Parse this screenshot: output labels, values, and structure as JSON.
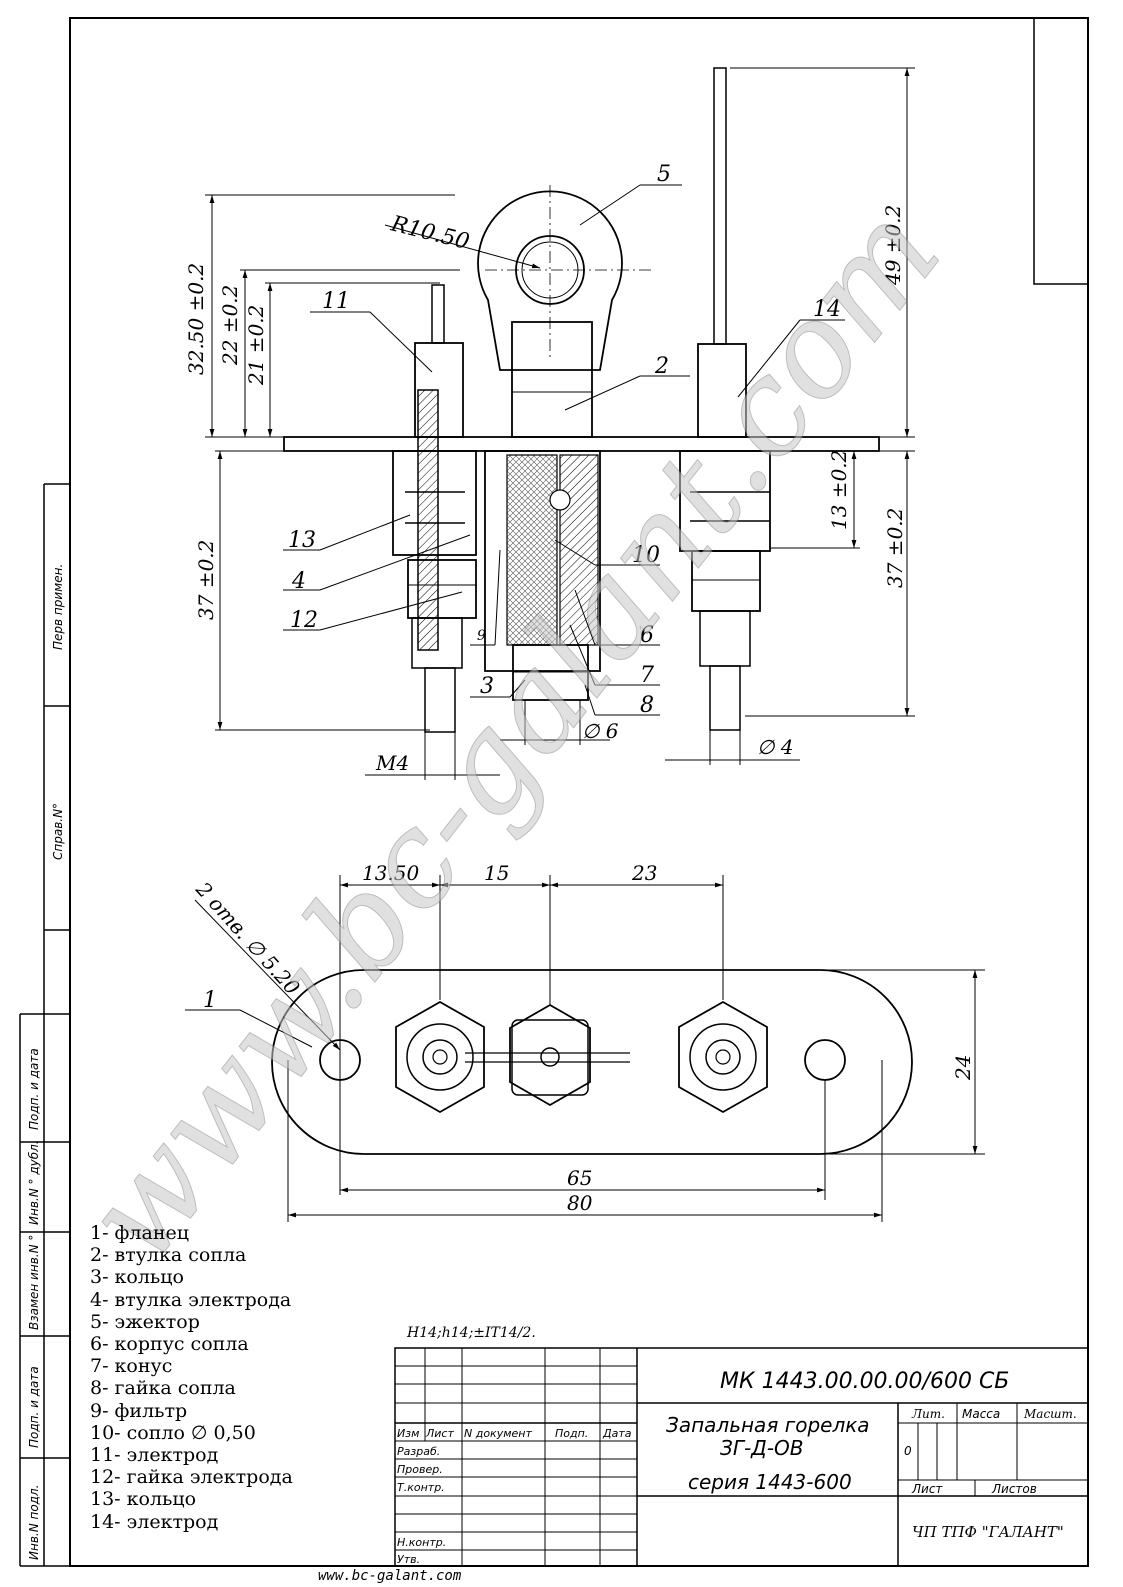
{
  "drawing_number": "МК 1443.00.00.00/600 СБ",
  "product_name_line1": "Запальная горелка",
  "product_name_line2": "ЗГ-Д-ОВ",
  "product_series": "серия 1443-600",
  "company": "ЧП ТПФ \"ГАЛАНТ\"",
  "tolerance_note": "H14;h14;±IT14/2.",
  "website": "www.bc-galant.com",
  "watermark": "www.bc-galant.com",
  "title_block": {
    "col_izm": "Изм",
    "col_list": "Лист",
    "col_doc": "N документ",
    "col_podp": "Подп.",
    "col_data": "Дата",
    "row_razrab": "Разраб.",
    "row_prover": "Провер.",
    "row_tkontr": "Т.контр.",
    "row_nkontr": "Н.контр.",
    "row_utv": "Утв.",
    "lit": "Лит.",
    "massa": "Масса",
    "masht": "Масшт.",
    "list": "Лист",
    "listov": "Листов",
    "lit_value": "0"
  },
  "side_labels": {
    "perv_primen": "Перв примен.",
    "sprav_n": "Справ.N°",
    "podp_data_1": "Подп. и дата",
    "inv_dubl": "Инв.N ° дубл.",
    "vzamen": "Взамен инв.N °",
    "podp_data_2": "Подп. и дата",
    "inv_podl": "Инв.N подл."
  },
  "callouts": [
    "1",
    "2",
    "3",
    "4",
    "5",
    "6",
    "7",
    "8",
    "9",
    "10",
    "11",
    "12",
    "13",
    "14"
  ],
  "dimensions": {
    "r_ejector": "R10.50",
    "h_32_5": "32.50 ±0.2",
    "h_22": "22 ±0.2",
    "h_21": "21 ±0.2",
    "h_49": "49 ±0.2",
    "h_37_left": "37 ±0.2",
    "h_13": "13 ±0.2",
    "h_37_right": "37 ±0.2",
    "m4": "M4",
    "d6": "∅ 6",
    "d4": "∅ 4",
    "w_13_5": "13.50",
    "w_15": "15",
    "w_23": "23",
    "holes": "2 отв. ∅ 5.20",
    "h_24": "24",
    "w_65": "65",
    "w_80": "80"
  },
  "legend": [
    "1- фланец",
    "2- втулка сопла",
    "3- кольцо",
    "4- втулка электрода",
    "5- эжектор",
    "6- корпус сопла",
    "7- конус",
    "8- гайка сопла",
    "9- фильтр",
    "10- сопло ∅ 0,50",
    "11- электрод",
    "12- гайка электрода",
    "13- кольцо",
    "14- электрод"
  ]
}
